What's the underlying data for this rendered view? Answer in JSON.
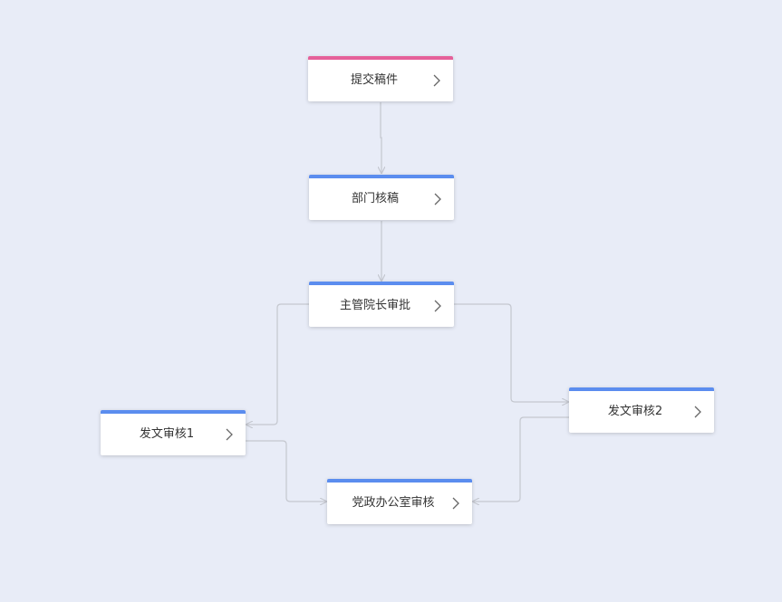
{
  "diagram": {
    "nodes": [
      {
        "id": "n1",
        "label": "提交稿件",
        "accent": "#e5609a"
      },
      {
        "id": "n2",
        "label": "部门核稿",
        "accent": "#5b8def"
      },
      {
        "id": "n3",
        "label": "主管院长审批",
        "accent": "#5b8def"
      },
      {
        "id": "n4",
        "label": "发文审核1",
        "accent": "#5b8def"
      },
      {
        "id": "n5",
        "label": "发文审核2",
        "accent": "#5b8def"
      },
      {
        "id": "n6",
        "label": "党政办公室审核",
        "accent": "#5b8def"
      }
    ],
    "edges": [
      {
        "from": "提交稿件",
        "to": "部门核稿"
      },
      {
        "from": "部门核稿",
        "to": "主管院长审批"
      },
      {
        "from": "主管院长审批",
        "to": "发文审核1"
      },
      {
        "from": "主管院长审批",
        "to": "发文审核2"
      },
      {
        "from": "发文审核1",
        "to": "党政办公室审核"
      },
      {
        "from": "发文审核2",
        "to": "党政办公室审核"
      }
    ],
    "edge_color": "#c4c7cf",
    "node_icon": "chevron-right-icon"
  }
}
